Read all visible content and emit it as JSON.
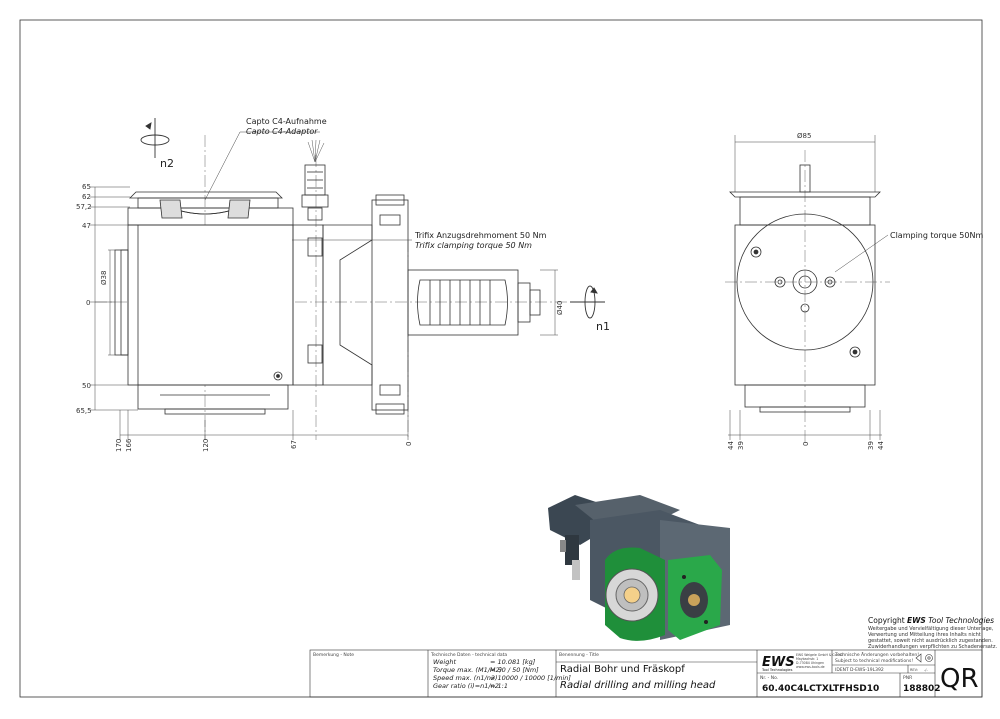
{
  "callouts": {
    "adaptor_de": "Capto C4-Aufnahme",
    "adaptor_en": "Capto C4-Adaptor",
    "torque_de": "Trifix Anzugsdrehmoment  50 Nm",
    "torque_en": "Trifix clamping torque  50 Nm",
    "clamping": "Clamping torque 50Nm",
    "n1": "n1",
    "n2": "n2"
  },
  "dims_left": {
    "v65": "65",
    "v62": "62",
    "v57": "57,2",
    "v47": "47",
    "v0": "0",
    "v50": "50",
    "v655": "65,5",
    "d38": "Ø38",
    "d40": "Ø40"
  },
  "dims_bottom": [
    "170",
    "166",
    "120",
    "67",
    "0"
  ],
  "dims_right": {
    "d85": "Ø85",
    "bottom": [
      "44",
      "39",
      "0",
      "39",
      "44"
    ]
  },
  "copyright": {
    "head_prefix": "Copyright ",
    "head_brand": "EWS",
    "head_suffix": " Tool Technologies",
    "lines": [
      "Weitergabe und Vervielfältigung dieser Unterlage,",
      "Verwertung und Mitteilung ihres Inhalts nicht",
      "gestattet, soweit nicht ausdrücklich zugestanden.",
      "Zuwiderhandlungen verpflichten zu Schadenersatz."
    ]
  },
  "title_block": {
    "remark_label": "Bemerkung - Note",
    "tech_label": "Technische Daten - technical data",
    "tech_rows": [
      {
        "k": "Weight",
        "v": "=  10.081 [kg]"
      },
      {
        "k": "Torque max. (M1/M2)",
        "v": "=  50 / 50 [Nm]"
      },
      {
        "k": "Speed max. (n1/n2)",
        "v": "=  10000 / 10000 [1/min]"
      },
      {
        "k": "Gear ratio (i)=n1/n2",
        "v": "=  1:1"
      }
    ],
    "name_label": "Benennung - Title",
    "title_de": "Radial Bohr und Fräskopf",
    "title_en": "Radial drilling and milling head",
    "logo": "EWS",
    "logo_sub": "Tool Technologies",
    "company_lines": [
      "EWS Weigele GmbH & Co. KG",
      "Maybachstr. 1",
      "D-73084 Uhingen",
      "www.ews-tools.de"
    ],
    "mod_de": "Technische Änderungen vorbehalten!",
    "mod_en": "Subject to technical modifications!",
    "ident_label": "IDENT",
    "ident": "D-EWS-19L392",
    "rev_label": "REV:",
    "rev": "-/-",
    "nr_label": "Nr. - No.",
    "part_no": "60.40C4LCTXLTFHSD10",
    "item_label": "PNR",
    "item_no": "188802",
    "qr": "QR"
  }
}
